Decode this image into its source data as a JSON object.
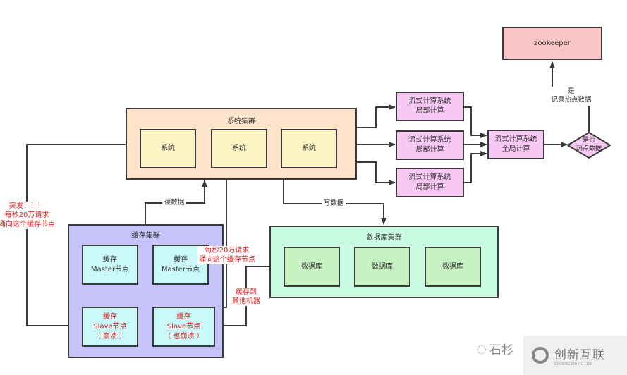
{
  "colors": {
    "system_cluster_bg": "#fde3c9",
    "system_bg": "#fdf4c4",
    "stream_bg": "#f7c8f4",
    "zookeeper_bg": "#f9c6c6",
    "cache_cluster_bg": "#c6c3fb",
    "cache_node_bg": "#c9f9f9",
    "db_cluster_bg": "#c9fbe3",
    "db_bg": "#c6f2c2",
    "alert_text": "#e02020",
    "edge": "#3a3a3a"
  },
  "system_cluster": {
    "title": "系统集群",
    "systems": [
      "系统",
      "系统",
      "系统"
    ]
  },
  "stream_local": [
    "流式计算系统\n局部计算",
    "流式计算系统\n局部计算",
    "流式计算系统\n局部计算"
  ],
  "stream_global": "流式计算系统\n全局计算",
  "decision": "是否\n热点数据",
  "decision_yes_label": "是\n记录热点数据",
  "zookeeper": "zookeeper",
  "cache_cluster": {
    "title": "缓存集群",
    "masters": [
      "缓存\nMaster节点",
      "缓存\nMaster节点"
    ],
    "slaves": [
      "缓存\nSlave节点\n（ 崩溃 ）",
      "缓存\nSlave节点\n（ 也崩溃 ）"
    ]
  },
  "db_cluster": {
    "title": "数据库集群",
    "databases": [
      "数据库",
      "数据库",
      "数据库"
    ]
  },
  "edge_labels": {
    "read": "读数据",
    "write": "写数据"
  },
  "notes": {
    "burst": "突发！！！\n每秒20万请求\n涌向这个缓存节点",
    "burst_second": "每秒20万请求\n涌向这个缓存节点",
    "cache_other": "缓存到\n其他机器"
  },
  "watermark": {
    "wechat_text": "石杉",
    "brand": "创新互联",
    "brand_pinyin": "CHUANG XIN HU LIAN"
  }
}
